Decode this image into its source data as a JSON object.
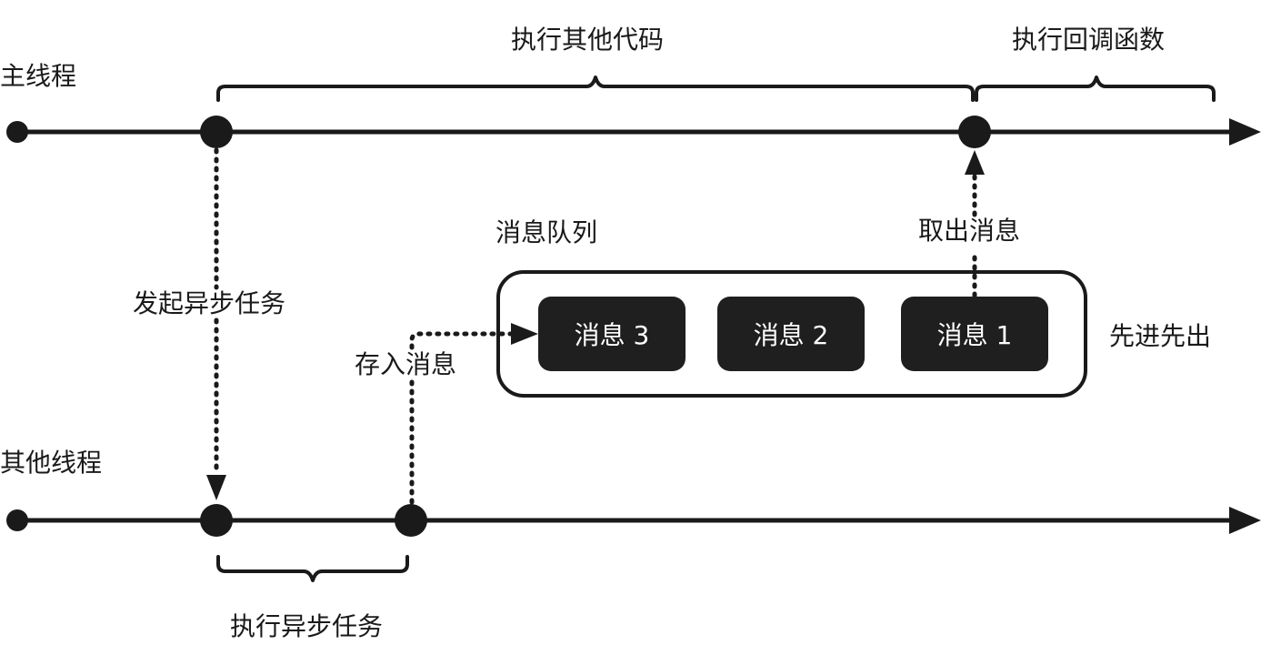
{
  "threads": {
    "main_label": "主线程",
    "other_label": "其他线程"
  },
  "braces": {
    "run_other_code": "执行其他代码",
    "run_callback": "执行回调函数",
    "run_async_task": "执行异步任务"
  },
  "steps": {
    "start_async": "发起异步任务",
    "store_message": "存入消息",
    "take_message": "取出消息"
  },
  "queue": {
    "title": "消息队列",
    "order_note": "先进先出",
    "messages": [
      "消息 3",
      "消息 2",
      "消息 1"
    ]
  },
  "colors": {
    "ink": "#1a1a1a",
    "message_fill": "#1f1f1f",
    "message_text": "#ffffff"
  }
}
